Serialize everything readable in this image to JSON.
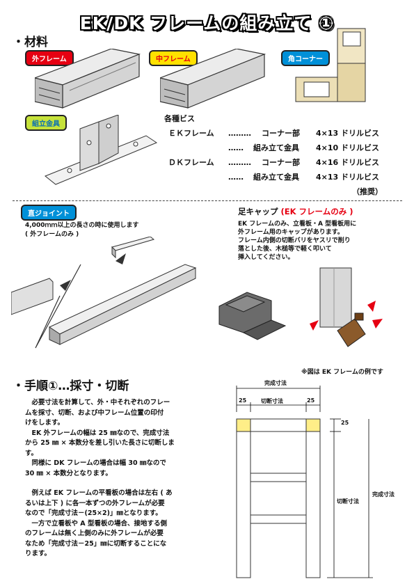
{
  "title": "EK/DK フレームの組み立て ①",
  "materials": {
    "heading": "・材料",
    "outer_frame": "外フレーム",
    "inner_frame": "中フレーム",
    "corner": "角コーナー",
    "bracket": "組立金具"
  },
  "screws": {
    "heading": "各種ビス",
    "rows": [
      {
        "frame": "ＥＫフレーム",
        "dots": "………",
        "part": "コーナー部",
        "spec": "4×13 ドリルビス"
      },
      {
        "frame": "",
        "dots": "……",
        "part": "組み立て金具",
        "spec": "4×10 ドリルビス"
      },
      {
        "frame": "ＤＫフレーム",
        "dots": "………",
        "part": "コーナー部",
        "spec": "4×16 ドリルビス"
      },
      {
        "frame": "",
        "dots": "……",
        "part": "組み立て金具",
        "spec": "4×13 ドリルビス"
      }
    ],
    "note": "（推奨）"
  },
  "joint": {
    "label": "直ジョイント",
    "desc1": "4,000ｍｍ以上の長さの時に使用します",
    "desc2": "( 外フレームのみ )"
  },
  "foot_cap": {
    "heading": "足キャップ",
    "heading_note": "(EK フレームのみ )",
    "lines": [
      "EK フレームのみ、立看板・A 型看板用に",
      "外フレーム用のキャップがあります。",
      "フレーム内側の切断バリをヤスリで削り",
      "落とした後、木槌等で軽く叩いて",
      "挿入してください。"
    ]
  },
  "example_note": "※図は EK フレームの例です",
  "procedure": {
    "heading": "・手順①…採寸・切断",
    "paragraphs": [
      [
        "　必要寸法を計算して、外・中それぞれのフレー",
        "ムを採寸、切断、および中フレーム位置の印付",
        "けをします。"
      ],
      [
        "　EK 外フレームの幅は 25 ㎜なので、完成寸法",
        "から 25 ㎜ × 本数分を差し引いた長さに切断しま",
        "す。"
      ],
      [
        "　同様に DK フレームの場合は幅 30 ㎜なので",
        "30 ㎜ × 本数分となります。"
      ],
      [
        "　例えば EK フレームの平看板の場合は左右 ( あ",
        "るいは上下 ) に各一本ずつの外フレームが必要",
        "なので「完成寸法－(25×2)」㎜となります。",
        "　一方で立看板や A 型看板の場合、接地する側",
        "のフレームは無く上側のみに外フレームが必要",
        "なため「完成寸法－25」㎜に切断することにな",
        "ります。"
      ]
    ]
  },
  "diagram": {
    "top_total": "完成寸法",
    "left_margin": "25",
    "cut": "切断寸法",
    "right_margin": "25",
    "right_top": "25",
    "right_cut": "切断寸法",
    "right_total": "完成寸法"
  }
}
